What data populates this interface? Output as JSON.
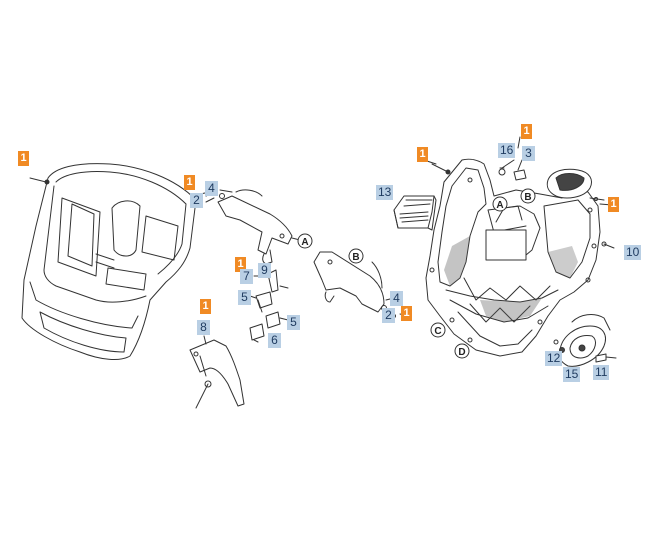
{
  "diagram": {
    "colors": {
      "orange_callout": "#f08a24",
      "blue_callout": "#b9cfe4",
      "line": "#333333",
      "part_fill": "#ffffff",
      "dark_fill": "#555555"
    },
    "callouts": [
      {
        "id": "c1",
        "label": "1",
        "style": "orange"
      },
      {
        "id": "c2",
        "label": "1",
        "style": "orange"
      },
      {
        "id": "c3",
        "label": "4",
        "style": "blue"
      },
      {
        "id": "c4",
        "label": "2",
        "style": "blue"
      },
      {
        "id": "c5",
        "label": "1",
        "style": "orange"
      },
      {
        "id": "c6",
        "label": "7",
        "style": "blue"
      },
      {
        "id": "c7",
        "label": "9",
        "style": "blue"
      },
      {
        "id": "c8",
        "label": "5",
        "style": "blue"
      },
      {
        "id": "c9",
        "label": "5",
        "style": "blue"
      },
      {
        "id": "c10",
        "label": "6",
        "style": "blue"
      },
      {
        "id": "c11",
        "label": "1",
        "style": "orange"
      },
      {
        "id": "c12",
        "label": "8",
        "style": "blue"
      },
      {
        "id": "c13",
        "label": "4",
        "style": "blue"
      },
      {
        "id": "c14",
        "label": "2",
        "style": "blue"
      },
      {
        "id": "c15",
        "label": "1",
        "style": "orange"
      },
      {
        "id": "c16",
        "label": "1",
        "style": "orange"
      },
      {
        "id": "c17",
        "label": "16",
        "style": "blue"
      },
      {
        "id": "c18",
        "label": "3",
        "style": "blue"
      },
      {
        "id": "c19",
        "label": "1",
        "style": "orange"
      },
      {
        "id": "c20",
        "label": "1",
        "style": "orange"
      },
      {
        "id": "c21",
        "label": "13",
        "style": "blue"
      },
      {
        "id": "c22",
        "label": "10",
        "style": "blue"
      },
      {
        "id": "c23",
        "label": "12",
        "style": "blue"
      },
      {
        "id": "c24",
        "label": "15",
        "style": "blue"
      },
      {
        "id": "c25",
        "label": "11",
        "style": "blue"
      }
    ],
    "letter_markers": [
      {
        "id": "A1",
        "label": "A"
      },
      {
        "id": "B1",
        "label": "B"
      },
      {
        "id": "A2",
        "label": "A"
      },
      {
        "id": "B2",
        "label": "B"
      },
      {
        "id": "C1",
        "label": "C"
      },
      {
        "id": "D1",
        "label": "D"
      }
    ]
  }
}
